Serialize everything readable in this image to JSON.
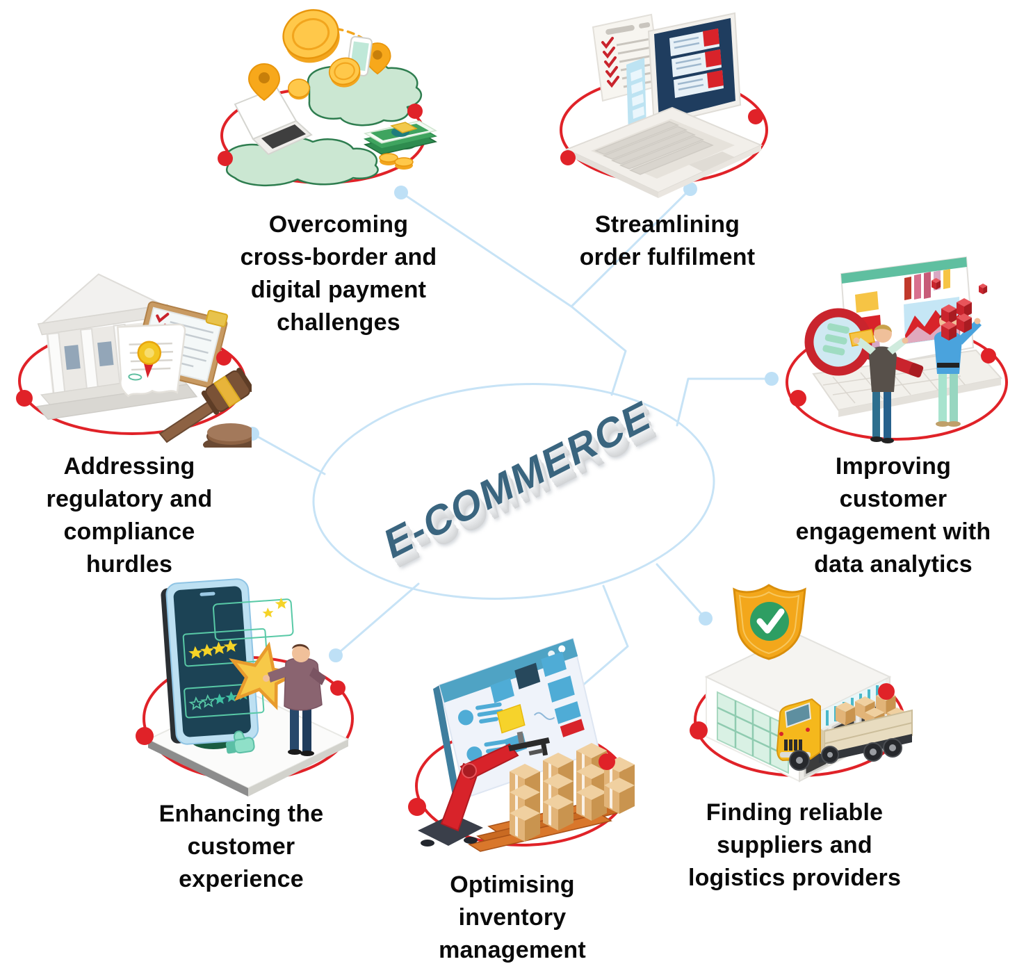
{
  "center": {
    "title": "E-COMMERCE"
  },
  "nodes": [
    {
      "id": "cross-border-payments",
      "label": "Overcoming cross-border and digital payment challenges",
      "lines": [
        "Overcoming",
        "cross-border and",
        "digital payment",
        "challenges"
      ],
      "icon": "world-map-coins-laptop"
    },
    {
      "id": "order-fulfilment",
      "label": "Streamlining order fulfilment",
      "lines": [
        "Streamlining",
        "order fulfilment"
      ],
      "icon": "laptop-checklist"
    },
    {
      "id": "data-analytics",
      "label": "Improving customer engagement with data analytics",
      "lines": [
        "Improving",
        "customer",
        "engagement with",
        "data analytics"
      ],
      "icon": "analytics-dashboard-magnifier-people"
    },
    {
      "id": "regulatory-compliance",
      "label": "Addressing regulatory and compliance hurdles",
      "lines": [
        "Addressing",
        "regulatory and",
        "compliance",
        "hurdles"
      ],
      "icon": "bank-gavel-certificate"
    },
    {
      "id": "customer-experience",
      "label": "Enhancing the customer experience",
      "lines": [
        "Enhancing the",
        "customer",
        "experience"
      ],
      "icon": "phone-star-rating-person"
    },
    {
      "id": "inventory-management",
      "label": "Optimising inventory management",
      "lines": [
        "Optimising",
        "inventory",
        "management"
      ],
      "icon": "kanban-robot-arm-pallet"
    },
    {
      "id": "suppliers-logistics",
      "label": "Finding reliable suppliers and logistics providers",
      "lines": [
        "Finding reliable",
        "suppliers and",
        "logistics providers"
      ],
      "icon": "warehouse-truck-shield"
    }
  ],
  "colors": {
    "accent_red": "#E02228",
    "connector_blue": "#C7E3F6",
    "center_text_blue": "#3A657F",
    "label_black": "#0A0A0A"
  }
}
